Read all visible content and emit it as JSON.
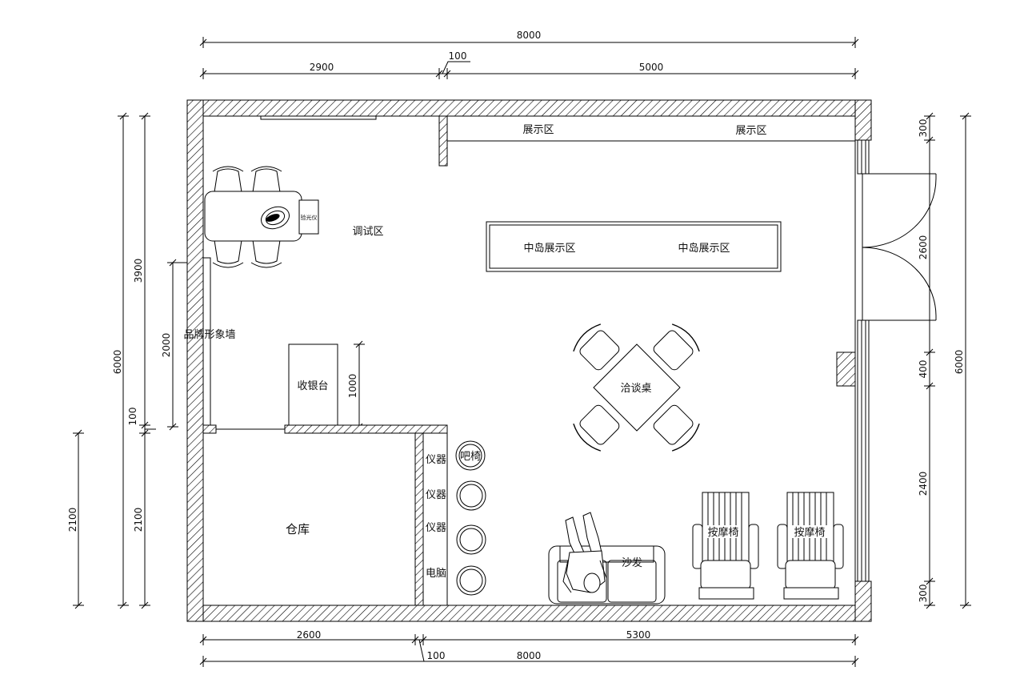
{
  "dimensions": {
    "top_total": "8000",
    "top_left": "2900",
    "top_mid": "100",
    "top_right": "5000",
    "bottom_left": "2600",
    "bottom_mid": "100",
    "bottom_right": "5300",
    "bottom_total": "8000",
    "left_total": "6000",
    "left_upper": "3900",
    "left_gap": "100",
    "left_lower": "2100",
    "left_outer_lower": "2100",
    "left_brand_wall": "2000",
    "cashier_depth": "1000",
    "right_total": "6000",
    "right_top": "300",
    "right_door": "2600",
    "right_mid": "400",
    "right_low": "2400",
    "right_bottom": "300"
  },
  "labels": {
    "display_zone_1": "展示区",
    "display_zone_2": "展示区",
    "island_display_1": "中岛展示区",
    "island_display_2": "中岛展示区",
    "debug_zone": "调试区",
    "brand_wall": "品牌形象墙",
    "cashier": "收银台",
    "warehouse": "仓库",
    "negotiation_table": "洽谈桌",
    "instrument_1": "仪器",
    "instrument_2": "仪器",
    "instrument_3": "仪器",
    "computer": "电脑",
    "bar_stool": "吧椅",
    "sofa": "沙发",
    "massage_chair_1": "按摩椅",
    "massage_chair_2": "按摩椅",
    "device_tag": "验光仪"
  }
}
